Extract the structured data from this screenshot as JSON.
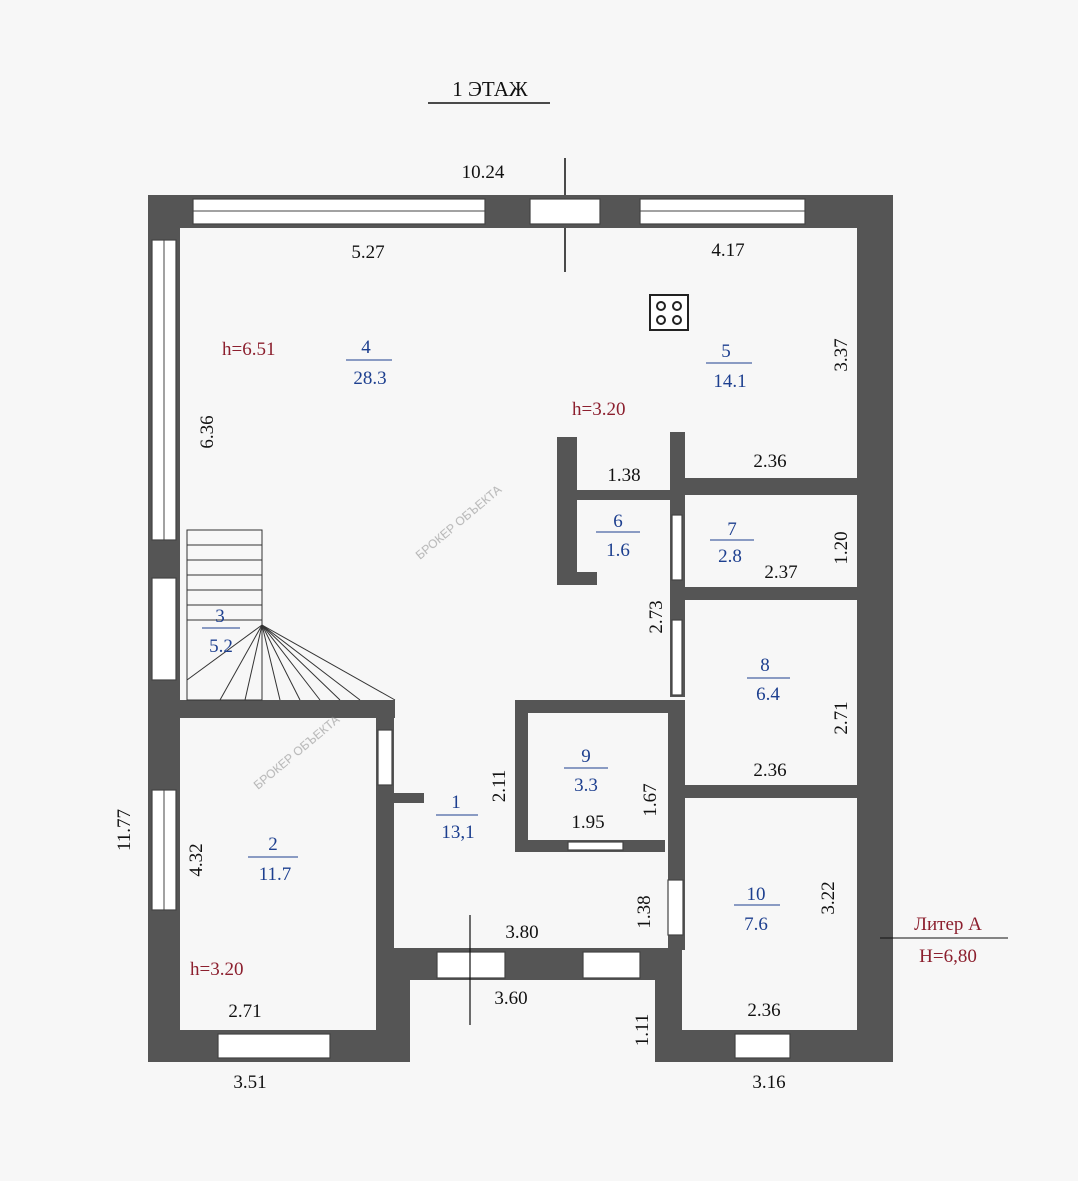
{
  "title": "1 ЭТАЖ",
  "total_width": "10.24",
  "total_length": "11.77",
  "building": {
    "name": "Литер А",
    "height": "H=6,80"
  },
  "heights": [
    "h=6.51",
    "h=3.20",
    "h=3.20"
  ],
  "rooms": [
    {
      "num": "1",
      "area": "13,1"
    },
    {
      "num": "2",
      "area": "11.7"
    },
    {
      "num": "3",
      "area": "5.2"
    },
    {
      "num": "4",
      "area": "28.3"
    },
    {
      "num": "5",
      "area": "14.1"
    },
    {
      "num": "6",
      "area": "1.6"
    },
    {
      "num": "7",
      "area": "2.8"
    },
    {
      "num": "8",
      "area": "6.4"
    },
    {
      "num": "9",
      "area": "3.3"
    },
    {
      "num": "10",
      "area": "7.6"
    }
  ],
  "dimensions": [
    "5.27",
    "4.17",
    "3.37",
    "6.36",
    "1.38",
    "2.36",
    "1.20",
    "2.37",
    "2.73",
    "2.71",
    "2.36",
    "2.11",
    "1.67",
    "1.95",
    "4.32",
    "1.38",
    "3.80",
    "3.22",
    "3.60",
    "1.11",
    "2.71",
    "2.36",
    "3.51",
    "3.16"
  ],
  "watermark": "БРОКЕР ОБЪЕКТА"
}
